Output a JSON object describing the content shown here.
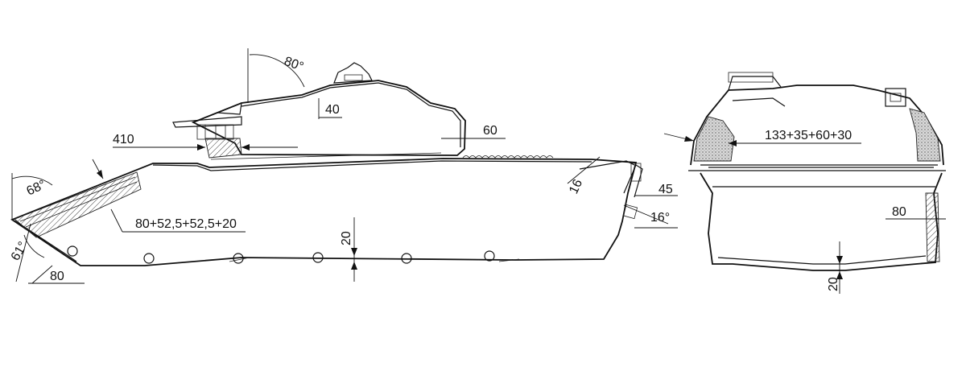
{
  "side_view": {
    "labels": {
      "roof_angle": "80°",
      "roof_thickness": "40",
      "turret_front": "410",
      "turret_rear": "60",
      "upper_glacis_angle": "68°",
      "glacis_composition": "80+52,5+52,5+20",
      "lower_plate_angle": "61°",
      "lower_plate": "80",
      "belly": "20",
      "rear_deck": "16",
      "rear_plate": "45",
      "rear_angle": "16°"
    }
  },
  "front_view": {
    "labels": {
      "turret_cheek": "133+35+60+30",
      "side_plate": "80",
      "floor": "20"
    }
  }
}
